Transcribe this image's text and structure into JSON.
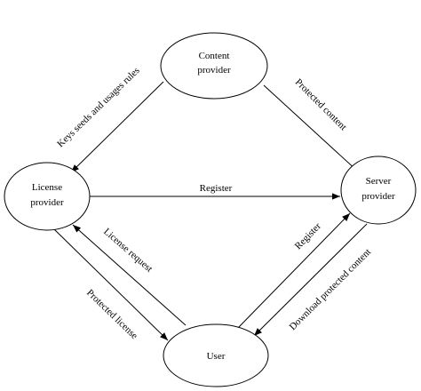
{
  "nodes": {
    "content_provider": {
      "line1": "Content",
      "line2": "provider"
    },
    "license_provider": {
      "line1": "License",
      "line2": "provider"
    },
    "server_provider": {
      "line1": "Server",
      "line2": "provider"
    },
    "user": {
      "line1": "User"
    }
  },
  "edges": {
    "keys_seeds": "Keys seeds and usages rules",
    "protected_content": "Protected content",
    "register_license_to_server": "Register",
    "license_request": "License request",
    "protected_license": "Protected license",
    "register_user_to_server": "Register",
    "download_protected_content": "Download protected content"
  },
  "colors": {
    "stroke": "#000000",
    "background": "#ffffff"
  }
}
